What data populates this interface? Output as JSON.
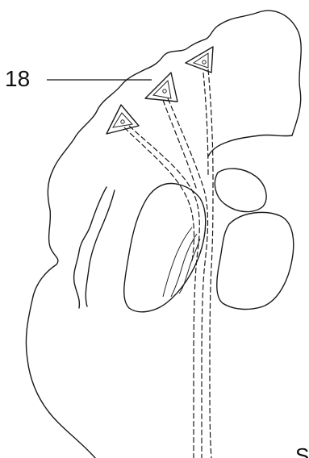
{
  "figure": {
    "labels": [
      {
        "id": "callout-18",
        "text": "18"
      }
    ],
    "corner_glyph": "S",
    "colors": {
      "ink": "#1a1a1a",
      "paper": "#ffffff"
    },
    "cells": [
      {
        "name": "pyramidal-cell-left",
        "shape": "triangle"
      },
      {
        "name": "pyramidal-cell-middle",
        "shape": "triangle"
      },
      {
        "name": "pyramidal-cell-right",
        "shape": "triangle"
      }
    ]
  }
}
